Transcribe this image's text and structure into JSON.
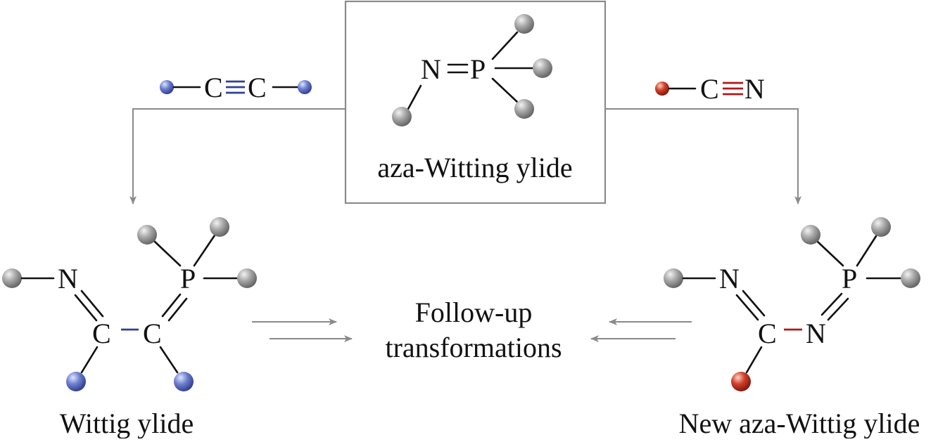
{
  "center_box": {
    "title": "aza-Witting ylide",
    "atom_n": "N",
    "atom_p": "P"
  },
  "reagents": {
    "alkyne": {
      "atom_c1": "C",
      "atom_c2": "C"
    },
    "nitrile": {
      "atom_c": "C",
      "atom_n": "N"
    }
  },
  "left_product": {
    "caption": "Wittig ylide",
    "atom_n": "N",
    "atom_p": "P",
    "atom_c1": "C",
    "atom_c2": "C"
  },
  "right_product": {
    "caption": "New aza-Wittig ylide",
    "atom_n1": "N",
    "atom_p": "P",
    "atom_c": "C",
    "atom_n2": "N"
  },
  "center_text": {
    "line1": "Follow-up",
    "line2": "transformations"
  },
  "colors": {
    "gray_sphere": "#9a9a9a",
    "blue_sphere": "#5b6fc4",
    "red_sphere": "#c43020",
    "arrow": "#8a8a8a",
    "blue_bond": "#2f3f99",
    "red_bond": "#b01818"
  }
}
